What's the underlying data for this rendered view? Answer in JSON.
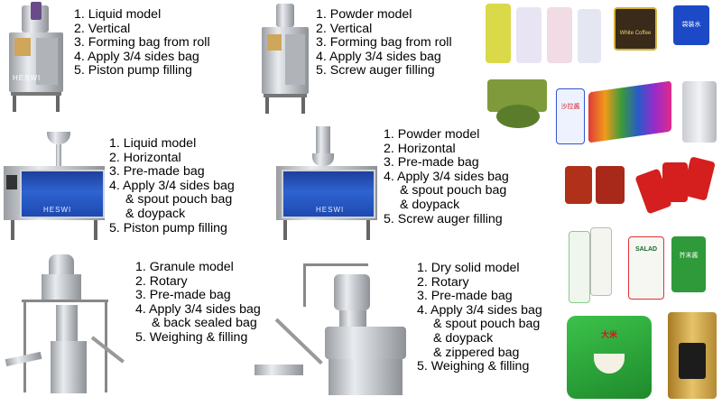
{
  "machines": [
    {
      "name": "liquid-vertical",
      "specs": [
        "1. Liquid model",
        "2. Vertical",
        "3. Forming bag from roll",
        "4. Apply 3/4 sides bag",
        "5. Piston pump filling"
      ],
      "brand": "HESWI"
    },
    {
      "name": "powder-vertical",
      "specs": [
        "1. Powder model",
        "2. Vertical",
        "3. Forming bag from roll",
        "4. Apply 3/4 sides bag",
        "5. Screw auger filling"
      ]
    },
    {
      "name": "liquid-horizontal",
      "specs": [
        "1. Liquid model",
        "2. Horizontal",
        "3. Pre-made bag",
        "4. Apply 3/4 sides bag",
        "& spout pouch bag",
        "& doypack",
        "5. Piston pump filling"
      ],
      "brand": "HESWI"
    },
    {
      "name": "powder-horizontal",
      "specs": [
        "1. Powder model",
        "2. Horizontal",
        "3. Pre-made bag",
        "4. Apply 3/4 sides bag",
        "& spout pouch bag",
        "& doypack",
        "5. Screw auger filling"
      ],
      "brand": "HESWI"
    },
    {
      "name": "granule-rotary",
      "specs": [
        "1. Granule model",
        "2. Rotary",
        "3. Pre-made bag",
        "4. Apply 3/4 sides bag",
        "& back sealed bag",
        "5. Weighing & filling"
      ]
    },
    {
      "name": "dry-solid-rotary",
      "specs": [
        "1. Dry solid model",
        "2. Rotary",
        "3. Pre-made bag",
        "4. Apply 3/4 sides bag",
        "& spout pouch bag",
        "& doypack",
        "& zippered bag",
        "5. Weighing & filling"
      ]
    }
  ],
  "packages": {
    "coffee_label": "White Coffee",
    "blue_bag_label": "袋装水",
    "sauce_label": "沙拉酱",
    "salad_label": "SALAD",
    "mustard_label": "芥末酱",
    "rice_label": "大米"
  },
  "colors": {
    "machine_blue": "#2f63d0",
    "steel": "#c5c9ce",
    "rice_bag_green": "#2fae3a",
    "gold_bag": "#c79a3c"
  }
}
